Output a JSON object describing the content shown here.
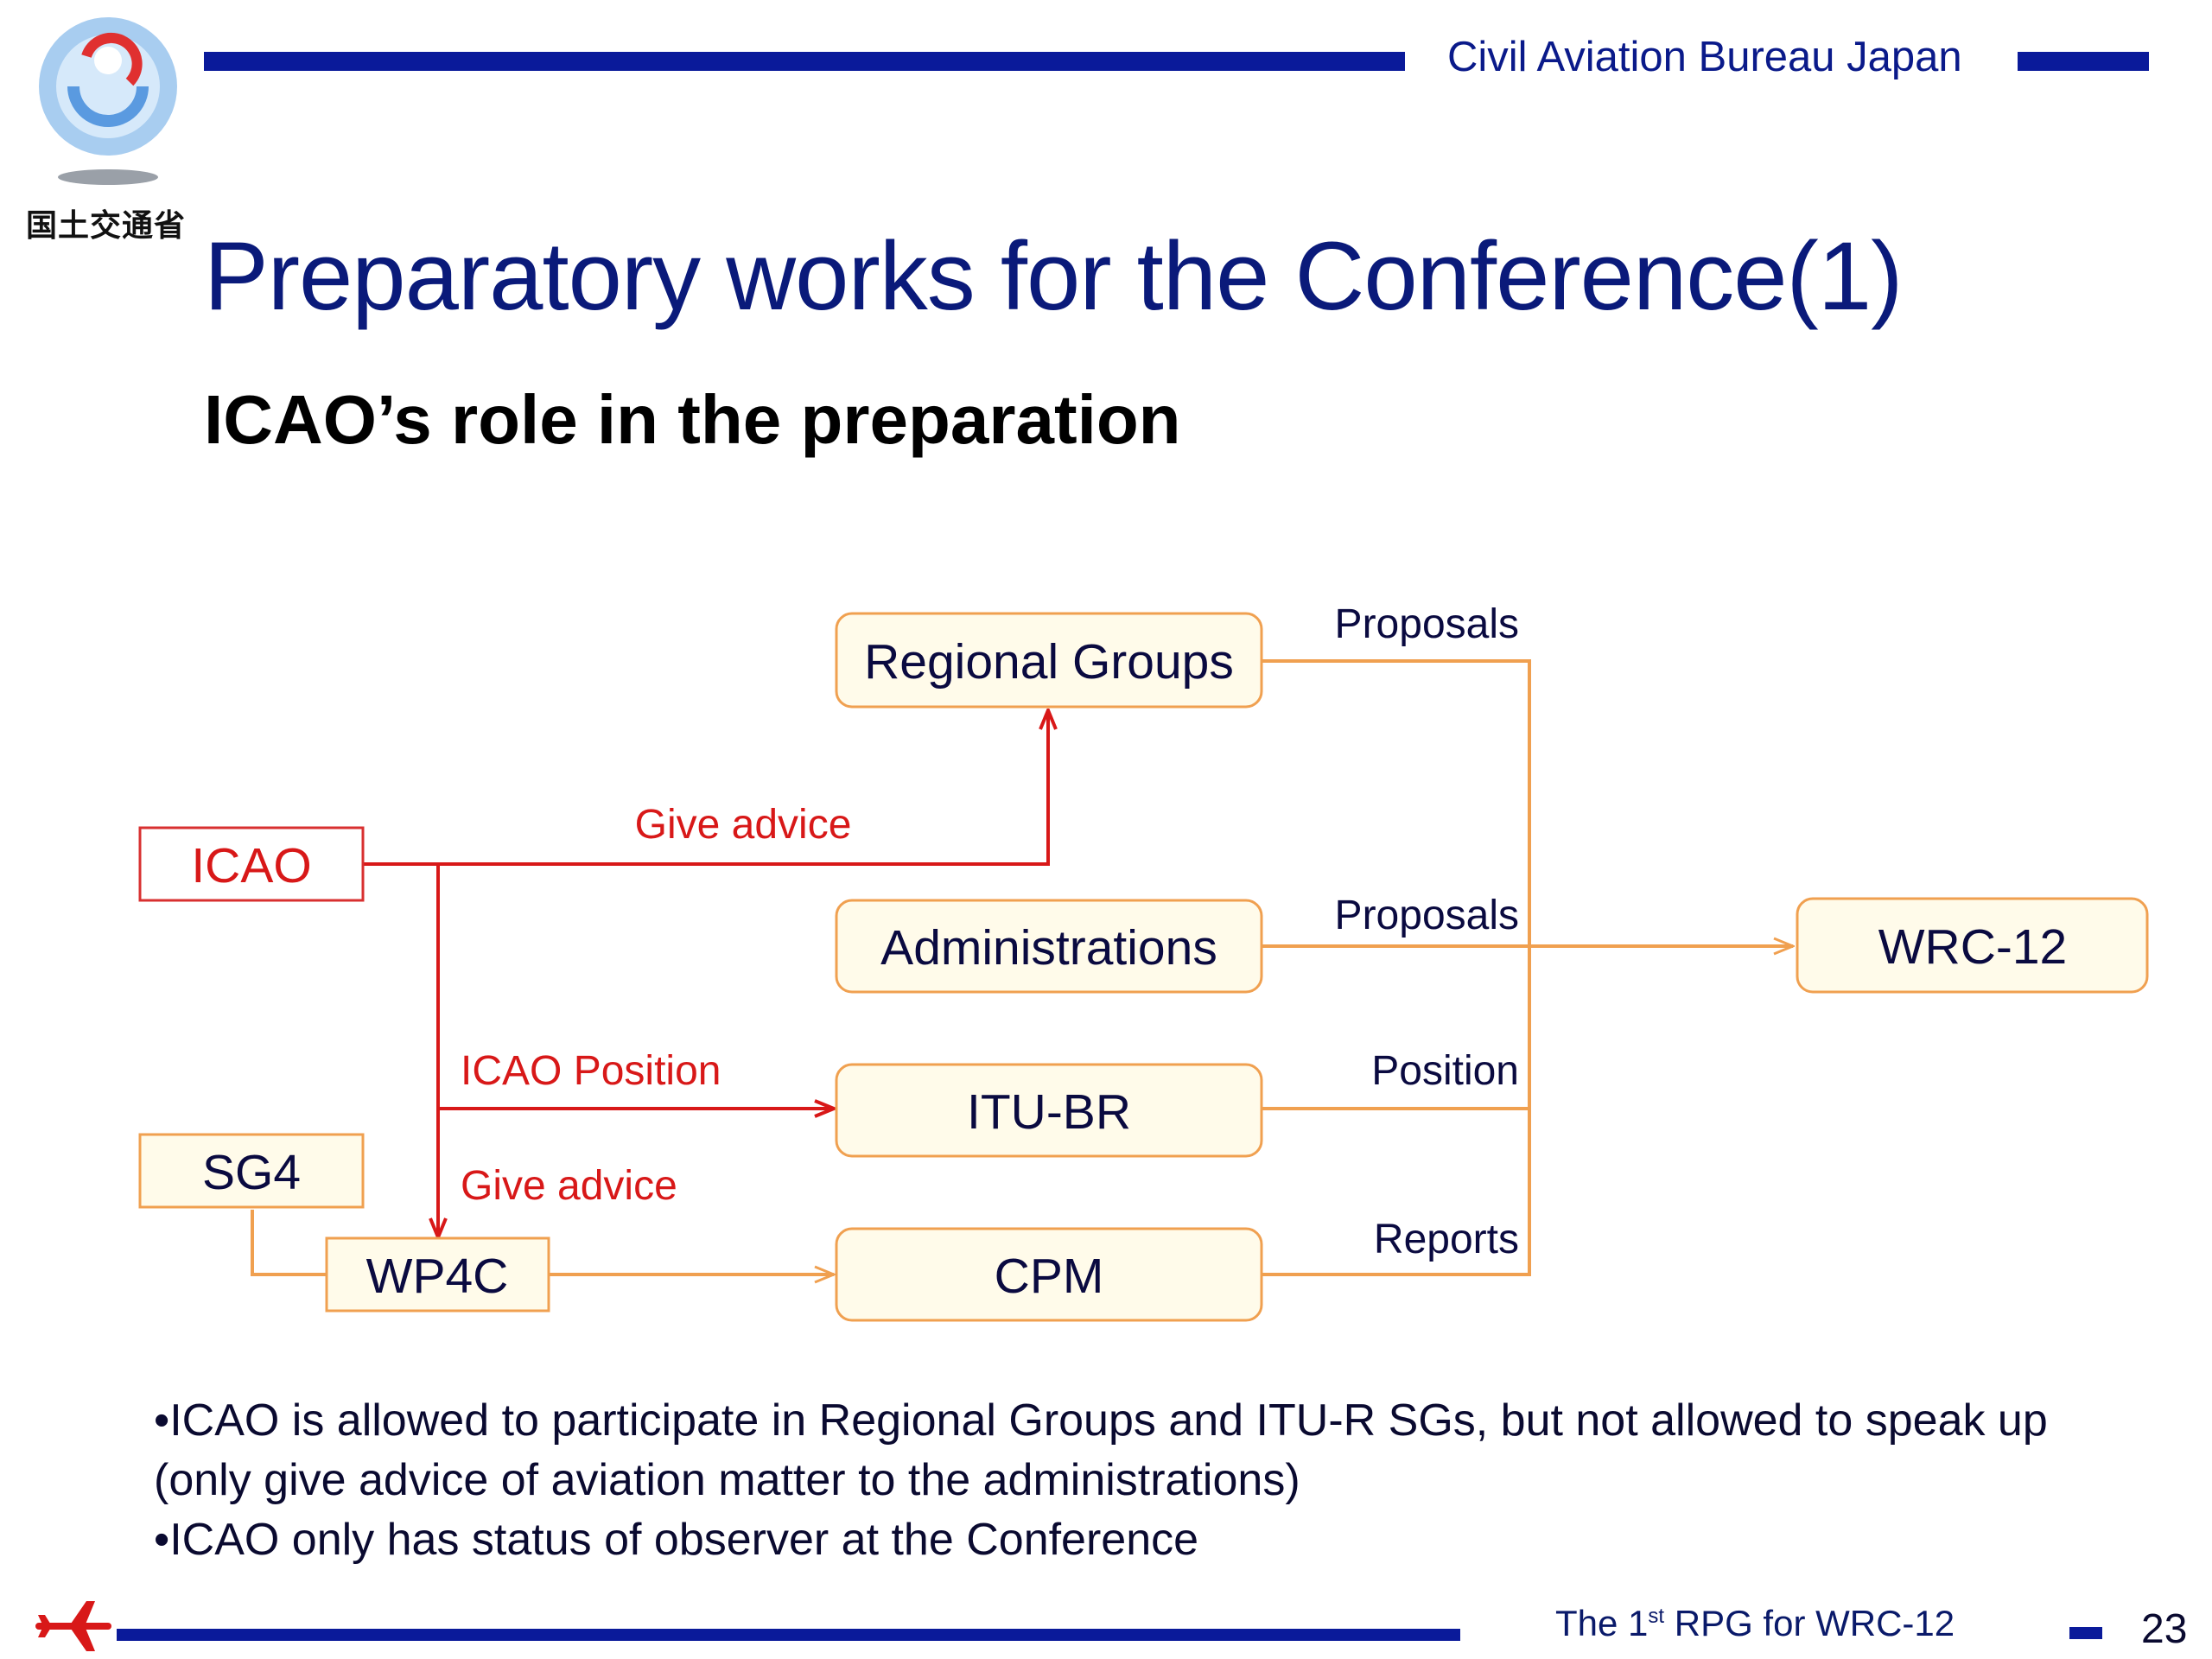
{
  "header": {
    "logo_text": "国土交通省",
    "bureau": "Civil Aviation Bureau Japan"
  },
  "title": "Preparatory works for the Conference(1)",
  "subtitle": "ICAO’s role in the preparation",
  "diagram": {
    "nodes": {
      "regional_groups": "Regional Groups",
      "administrations": "Administrations",
      "itu_br": "ITU-BR",
      "cpm": "CPM",
      "wrc12": "WRC-12",
      "icao": "ICAO",
      "sg4": "SG4",
      "wp4c": "WP4C"
    },
    "edges": {
      "proposals_1": "Proposals",
      "proposals_2": "Proposals",
      "position": "Position",
      "reports": "Reports",
      "give_advice_top": "Give advice",
      "icao_position": "ICAO Position",
      "give_advice_bottom": "Give advice"
    },
    "colors": {
      "orange": "#f0a050",
      "red": "#d81818",
      "navy": "#0a1a9a"
    }
  },
  "bullets": [
    "•ICAO is allowed to participate in Regional Groups and ITU-R SGs, but not allowed to speak up (only give advice of aviation matter to the administrations)",
    "•ICAO only has status of observer at the Conference"
  ],
  "footer": {
    "prefix": "The 1",
    "sup": "st",
    "suffix": " RPG for WRC-12",
    "page": "23"
  }
}
